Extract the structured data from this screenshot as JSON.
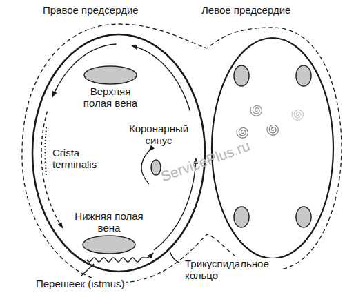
{
  "diagram": {
    "nodes": [
      {
        "text": [
          "Правое предсердие"
        ]
      },
      {
        "text": [
          "Левое предсердие"
        ]
      },
      {
        "text": [
          "Верхняя полая вена"
        ],
        "in": 0
      },
      {
        "text": [
          "Коронарный синус"
        ],
        "in": 0
      },
      {
        "text": [
          "Нижняя полая вена"
        ],
        "in": 0
      }
    ],
    "labels": [
      "Crista terminalis",
      "Трикуспидальное кольцо",
      "Перешеек (istmus)",
      "ServicePlus.ru"
    ]
  }
}
